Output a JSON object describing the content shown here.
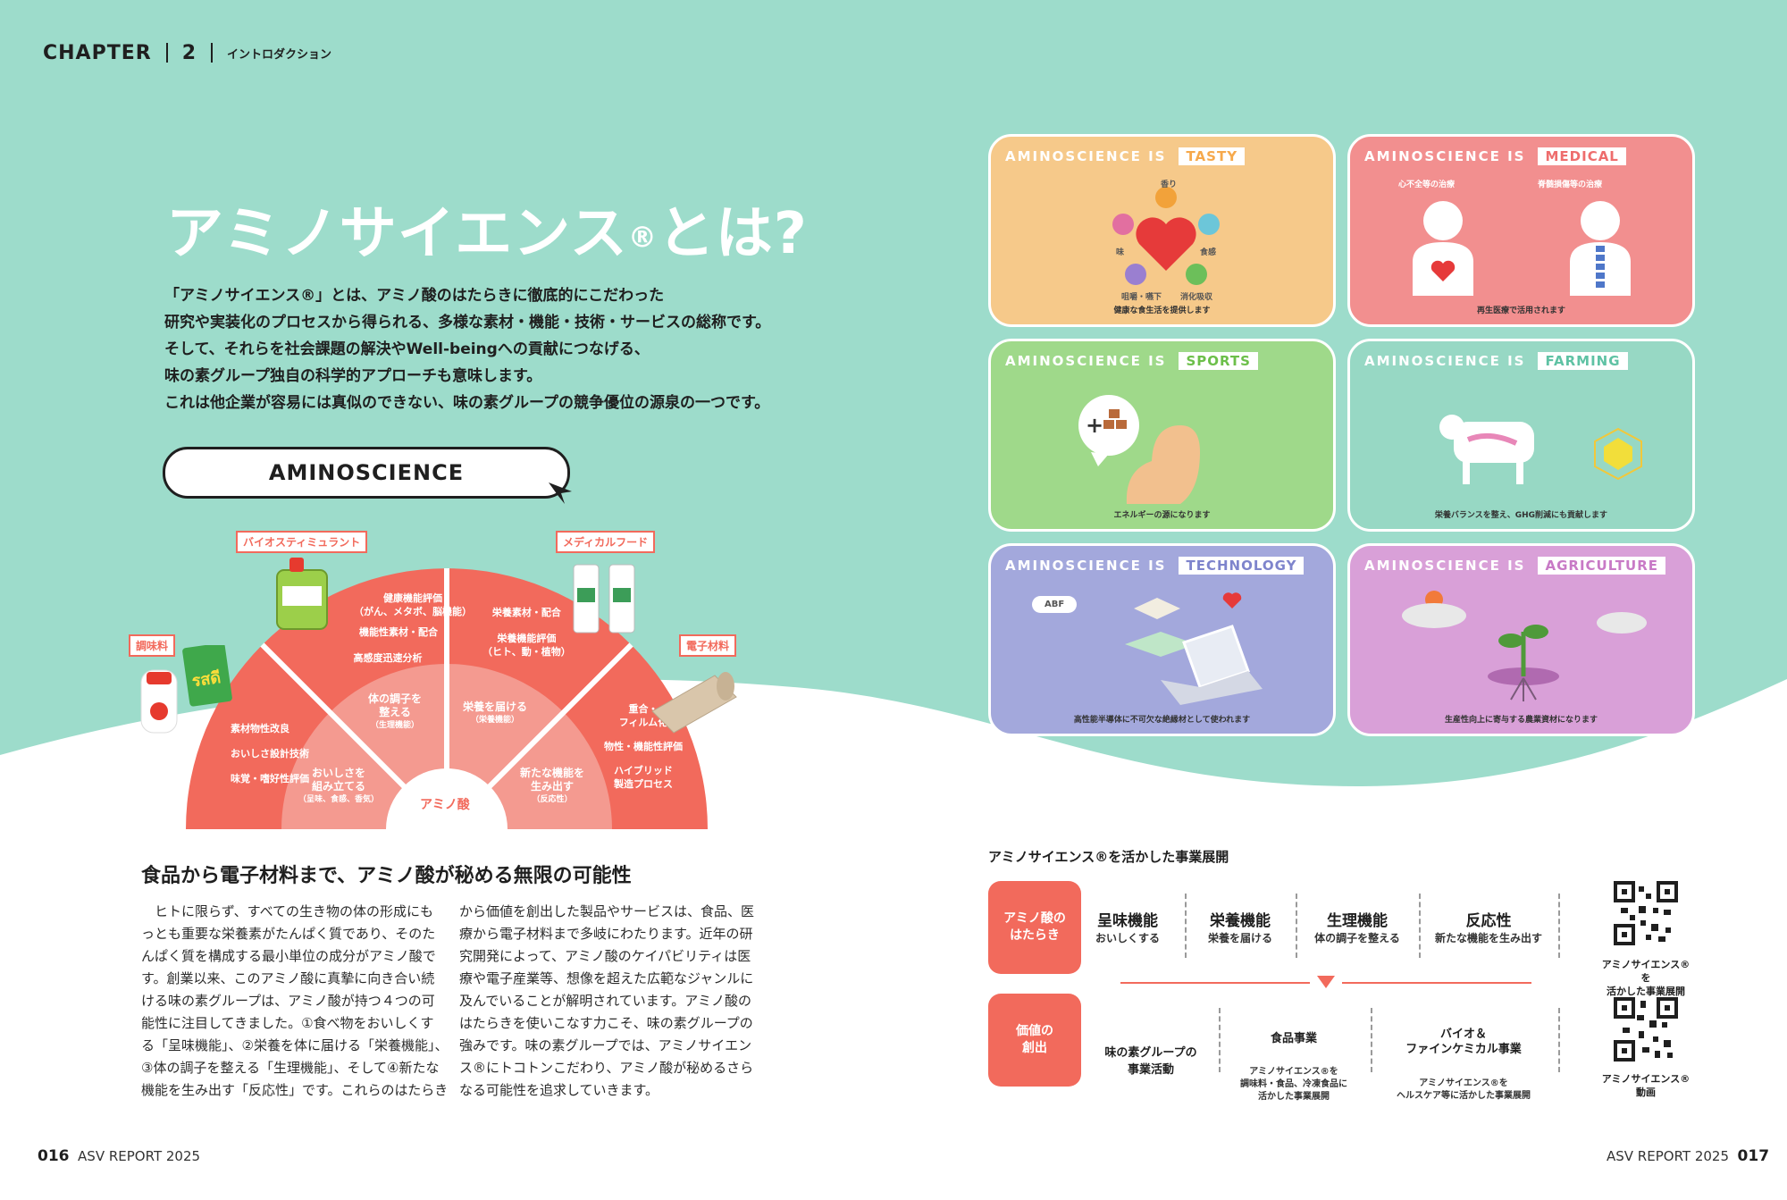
{
  "header": {
    "chapter": "CHAPTER",
    "number": "2",
    "section": "イントロダクション"
  },
  "intro": {
    "title": "アミノサイエンス",
    "title_reg": "®",
    "title_suffix": "とは?",
    "lines": [
      "「アミノサイエンス®」とは、アミノ酸のはたらきに徹底的にこだわった",
      "研究や実装化のプロセスから得られる、多様な素材・機能・技術・サービスの総称です。",
      "そして、それらを社会課題の解決やWell-beingへの貢献につなげる、",
      "味の素グループ独自の科学的アプローチも意味します。",
      "これは他企業が容易には真似のできない、味の素グループの競争優位の源泉の一つです。"
    ],
    "badge": "AMINOSCIENCE"
  },
  "fan": {
    "tags": {
      "biostimulant": "バイオスティミュラント",
      "medical_food": "メディカルフード",
      "seasoning": "調味料",
      "electronic": "電子材料"
    },
    "outer": {
      "q1": [
        "素材物性改良",
        "おいしさ設計技術",
        "味覚・嗜好性評価"
      ],
      "q2": [
        "健康機能評価",
        "（がん、メタボ、脳機能）",
        "機能性素材・配合",
        "高感度迅速分析"
      ],
      "q3": [
        "栄養素材・配合",
        "栄養機能評価",
        "（ヒト、動・植物）"
      ],
      "q4": [
        "重合・",
        "フィルム化",
        "物性・機能性評価",
        "ハイブリッド",
        "製造プロセス"
      ]
    },
    "inner": {
      "q1": [
        "おいしさを",
        "組み立てる",
        "（呈味、食感、香気）"
      ],
      "q2": [
        "体の調子を",
        "整える",
        "（生理機能）"
      ],
      "q3": [
        "栄養を届ける",
        "（栄養機能）"
      ],
      "q4": [
        "新たな機能を",
        "生み出す",
        "（反応性）"
      ]
    },
    "center": "アミノ酸"
  },
  "body": {
    "heading": "食品から電子材料まで、アミノ酸が秘める無限の可能性",
    "col1": [
      "　ヒトに限らず、すべての生き物の体の形成にも",
      "っとも重要な栄養素がたんぱく質であり、そのた",
      "んぱく質を構成する最小単位の成分がアミノ酸で",
      "す。創業以来、このアミノ酸に真摯に向き合い続",
      "ける味の素グループは、アミノ酸が持つ４つの可",
      "能性に注目してきました。①食べ物をおいしくす",
      "る「呈味機能」、②栄養を体に届ける「栄養機能」、",
      "③体の調子を整える「生理機能」、そして④新たな",
      "機能を生み出す「反応性」です。これらのはたらき"
    ],
    "col2": [
      "から価値を創出した製品やサービスは、食品、医",
      "療から電子材料まで多岐にわたります。近年の研",
      "究開発によって、アミノ酸のケイパビリティは医",
      "療や電子産業等、想像を超えた広範なジャンルに",
      "及んでいることが解明されています。アミノ酸の",
      "はたらきを使いこなす力こそ、味の素グループの",
      "強みです。味の素グループでは、アミノサイエン",
      "ス®にトコトンこだわり、アミノ酸が秘めるさら",
      "なる可能性を追求していきます。"
    ]
  },
  "footer": {
    "left_num": "016",
    "left_text": "ASV REPORT 2025",
    "right_text": "ASV REPORT 2025",
    "right_num": "017"
  },
  "cards": [
    {
      "prefix": "AMINOSCIENCE  IS",
      "keyword": "TASTY",
      "caption": "健康な食生活を提供します",
      "labels": [
        "香り",
        "味",
        "食感",
        "咀嚼・嚥下",
        "消化吸収"
      ]
    },
    {
      "prefix": "AMINOSCIENCE  IS",
      "keyword": "MEDICAL",
      "caption": "再生医療で活用されます",
      "labels": [
        "心不全等の治療",
        "脊髄損傷等の治療"
      ]
    },
    {
      "prefix": "AMINOSCIENCE  IS",
      "keyword": "SPORTS",
      "caption": "エネルギーの源になります",
      "labels": []
    },
    {
      "prefix": "AMINOSCIENCE  IS",
      "keyword": "FARMING",
      "caption": "栄養バランスを整え、GHG削減にも貢献します",
      "labels": []
    },
    {
      "prefix": "AMINOSCIENCE  IS",
      "keyword": "TECHNOLOGY",
      "caption": "高性能半導体に不可欠な絶縁材として使われます",
      "labels": [
        "ABF"
      ]
    },
    {
      "prefix": "AMINOSCIENCE  IS",
      "keyword": "AGRICULTURE",
      "caption": "生産性向上に寄与する農業資材になります",
      "labels": []
    }
  ],
  "card_colors": [
    "#f6c98a",
    "#f28f8f",
    "#9fd98a",
    "#97d8c4",
    "#a3a8dc",
    "#d9a0d8"
  ],
  "business": {
    "title": "アミノサイエンス®を活かした事業展開",
    "row1_label": "アミノ酸の\nはたらき",
    "functions": [
      {
        "name": "呈味機能",
        "desc": "おいしくする"
      },
      {
        "name": "栄養機能",
        "desc": "栄養を届ける"
      },
      {
        "name": "生理機能",
        "desc": "体の調子を整える"
      },
      {
        "name": "反応性",
        "desc": "新たな機能を生み出す"
      }
    ],
    "row2_label": "価値の\n創出",
    "value_cells": [
      {
        "name": "味の素グループの\n事業活動",
        "desc": ""
      },
      {
        "name": "食品事業",
        "desc": "アミノサイエンス®を\n調味料・食品、冷凍食品に\n活かした事業展開"
      },
      {
        "name": "バイオ＆\nファインケミカル事業",
        "desc": "アミノサイエンス®を\nヘルスケア等に活かした事業展開"
      }
    ],
    "qr1_caption": "アミノサイエンス®を\n活かした事業展開",
    "qr2_caption": "アミノサイエンス®\n動画"
  },
  "colors": {
    "mint": "#9ddccb",
    "coral": "#f26a5c",
    "pink": "#f49a90"
  }
}
